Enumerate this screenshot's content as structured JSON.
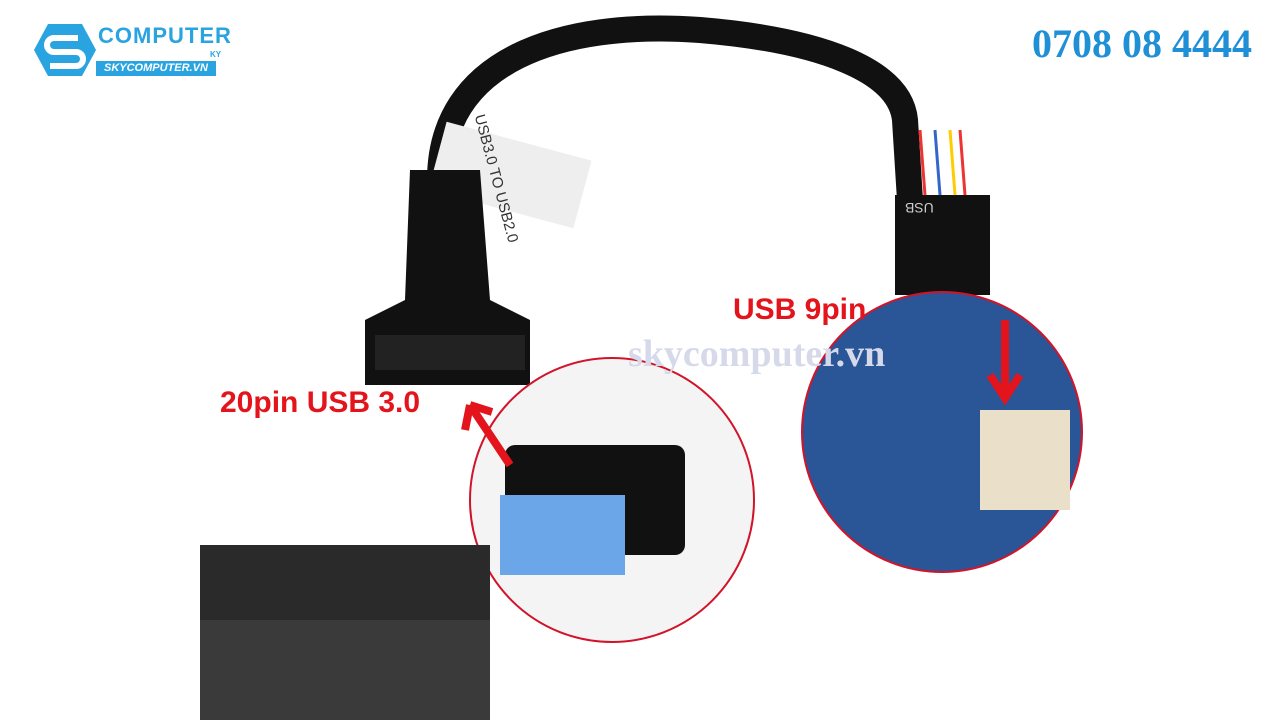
{
  "logo": {
    "title": "COMPUTER",
    "ky": "KY",
    "domain": "SKYCOMPUTER.VN"
  },
  "phone": "0708 08 4444",
  "labels": {
    "usb9": "USB 9pin",
    "usb20": "20pin USB 3.0"
  },
  "watermark": "skycomputer.vn",
  "cable_text": {
    "sleeve": "USB3.0 TO USB2.0",
    "connector": "USB"
  },
  "colors": {
    "accent": "#2aa4e0",
    "label": "#e3141b",
    "connector_blue": "#5b9be0"
  }
}
